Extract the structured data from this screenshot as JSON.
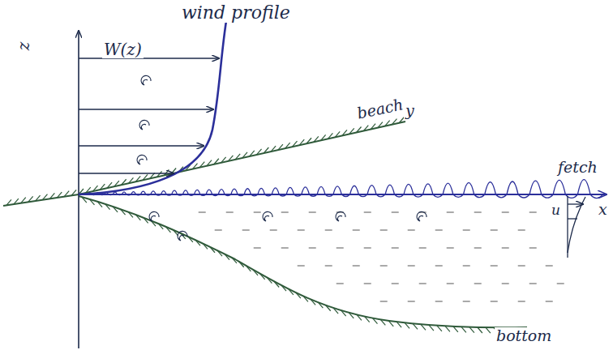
{
  "diagram": {
    "labels": [
      "wind profile",
      "z",
      "W(z)",
      "beach",
      "y",
      "fetch",
      "x",
      "u",
      "bottom"
    ]
  }
}
